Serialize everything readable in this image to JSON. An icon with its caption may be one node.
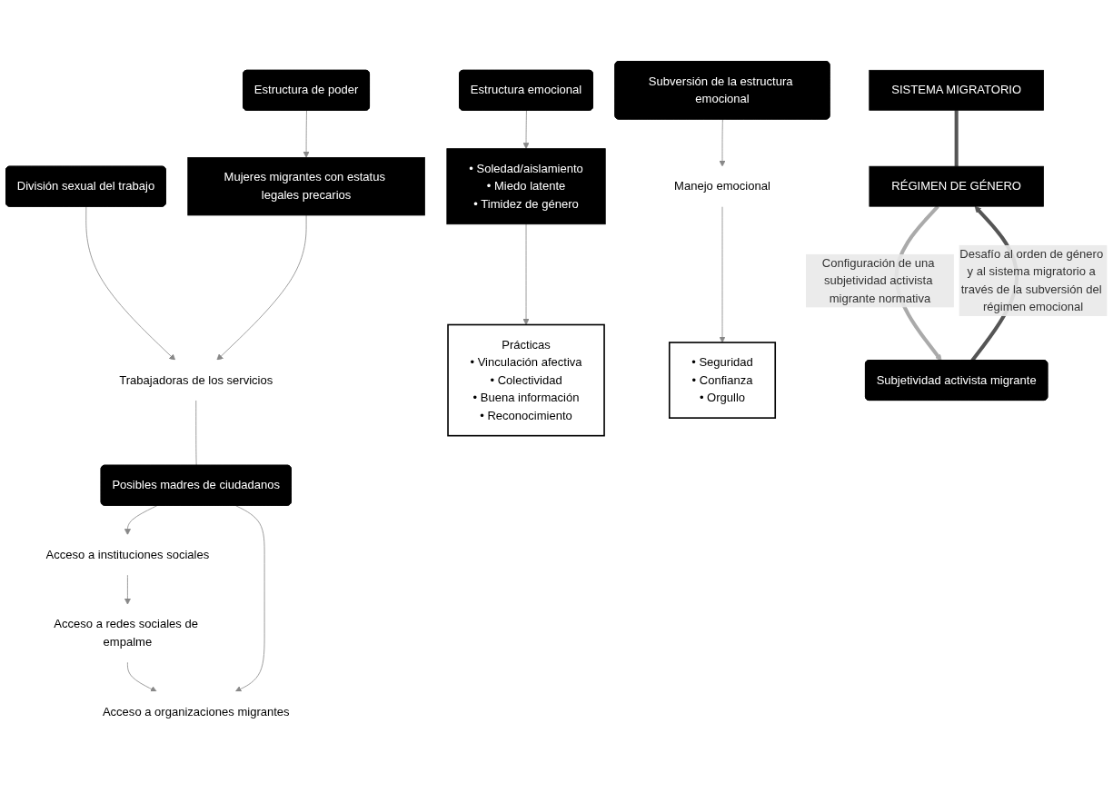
{
  "diagram": {
    "nodes": [
      {
        "text": [
          "SISTEMA MIGRATORIO"
        ]
      },
      {
        "text": [
          "RÉGIMEN DE GÉNERO"
        ]
      },
      {
        "text": [
          "Estructura de poder"
        ]
      },
      {
        "text": [
          "División sexual del trabajo"
        ]
      },
      {
        "text": [
          "Estructura emocional"
        ]
      },
      {
        "text": [
          "Mujeres migrantes con estatus legales precarios"
        ]
      },
      {
        "text": [
          "Trabajadoras de los servicios"
        ]
      },
      {
        "text": [
          "• Soledad/aislamiento",
          "• Miedo latente",
          "• Timidez de género"
        ]
      },
      {
        "text": [
          "Posibles madres de ciudadanos"
        ]
      },
      {
        "text": [
          "Prácticas",
          "• Vinculación afectiva",
          "• Colectividad",
          "• Buena información",
          "• Reconocimiento"
        ]
      },
      {
        "text": [
          "Acceso a instituciones sociales"
        ]
      },
      {
        "text": [
          "Subversión de la estructura emocional"
        ]
      },
      {
        "text": [
          "• Seguridad",
          "• Confianza",
          "• Orgullo"
        ]
      },
      {
        "text": [
          "Acceso a redes sociales de empalme"
        ]
      },
      {
        "text": [
          "Manejo emocional"
        ]
      },
      {
        "text": [
          "Acceso a organizaciones migrantes"
        ]
      },
      {
        "text": [
          "Subjetividad activista migrante"
        ]
      }
    ],
    "edges": [
      {
        "from": 0,
        "to": 1,
        "arrow": "none",
        "style": "thick",
        "color": "#555555"
      },
      {
        "from": 2,
        "to": 5,
        "arrow": "to"
      },
      {
        "from": 3,
        "to": 6,
        "arrow": "to"
      },
      {
        "from": 5,
        "to": 6,
        "arrow": "to"
      },
      {
        "from": 6,
        "to": 8,
        "arrow": "none"
      },
      {
        "from": 8,
        "to": 10,
        "arrow": "to"
      },
      {
        "from": 10,
        "to": 13,
        "arrow": "to"
      },
      {
        "from": 13,
        "to": 15,
        "arrow": "to"
      },
      {
        "from": 8,
        "to": 15,
        "arrow": "to"
      },
      {
        "from": 4,
        "to": 7,
        "arrow": "to"
      },
      {
        "from": 7,
        "to": 9,
        "arrow": "to"
      },
      {
        "from": 11,
        "to": 14,
        "arrow": "to"
      },
      {
        "from": 14,
        "to": 12,
        "arrow": "to"
      },
      {
        "from": 16,
        "to": 1,
        "arrow": "to",
        "style": "thick",
        "color": "#555555",
        "label": "Desafío al orden de género y al sistema migratorio a través de la subversión del régimen emocional"
      },
      {
        "from": 1,
        "to": 16,
        "arrow": "to",
        "style": "thick",
        "color": "#aaaaaa",
        "label": "Configuración de una subjetividad activista migrante normativa"
      }
    ]
  }
}
